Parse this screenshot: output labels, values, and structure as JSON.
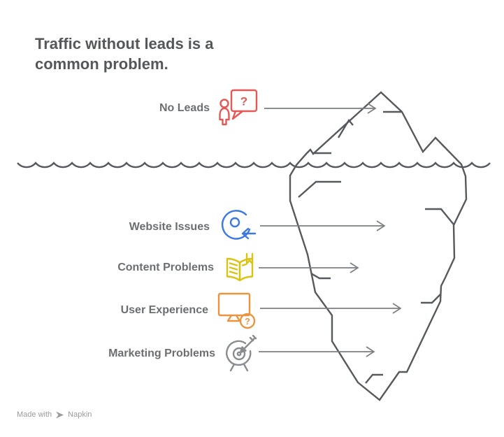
{
  "title": {
    "line1": "Traffic without leads is a",
    "line2": "common problem."
  },
  "items": [
    {
      "label": "No Leads",
      "icon": "person-question-icon",
      "zone": "above-water"
    },
    {
      "label": "Website Issues",
      "icon": "refresh-circle-icon",
      "zone": "below-water"
    },
    {
      "label": "Content Problems",
      "icon": "open-book-icon",
      "zone": "below-water"
    },
    {
      "label": "User Experience",
      "icon": "monitor-question-icon",
      "zone": "below-water"
    },
    {
      "label": "Marketing Problems",
      "icon": "target-arrow-icon",
      "zone": "below-water"
    }
  ],
  "icon_texts": {
    "question_mark": "?"
  },
  "footer": {
    "made_with": "Made with",
    "brand": "Napkin"
  },
  "colors": {
    "bg": "#ffffff",
    "line": "#56595d",
    "arrow": "#7c7f82",
    "title-text": "#55575a",
    "label-text": "#6c6f72",
    "footer-text": "#9b9b9b",
    "red": "#e25955",
    "blue": "#3c79e1",
    "yellow": "#d9c313",
    "orange": "#e9953f",
    "gray-icon": "#8a8d90"
  }
}
